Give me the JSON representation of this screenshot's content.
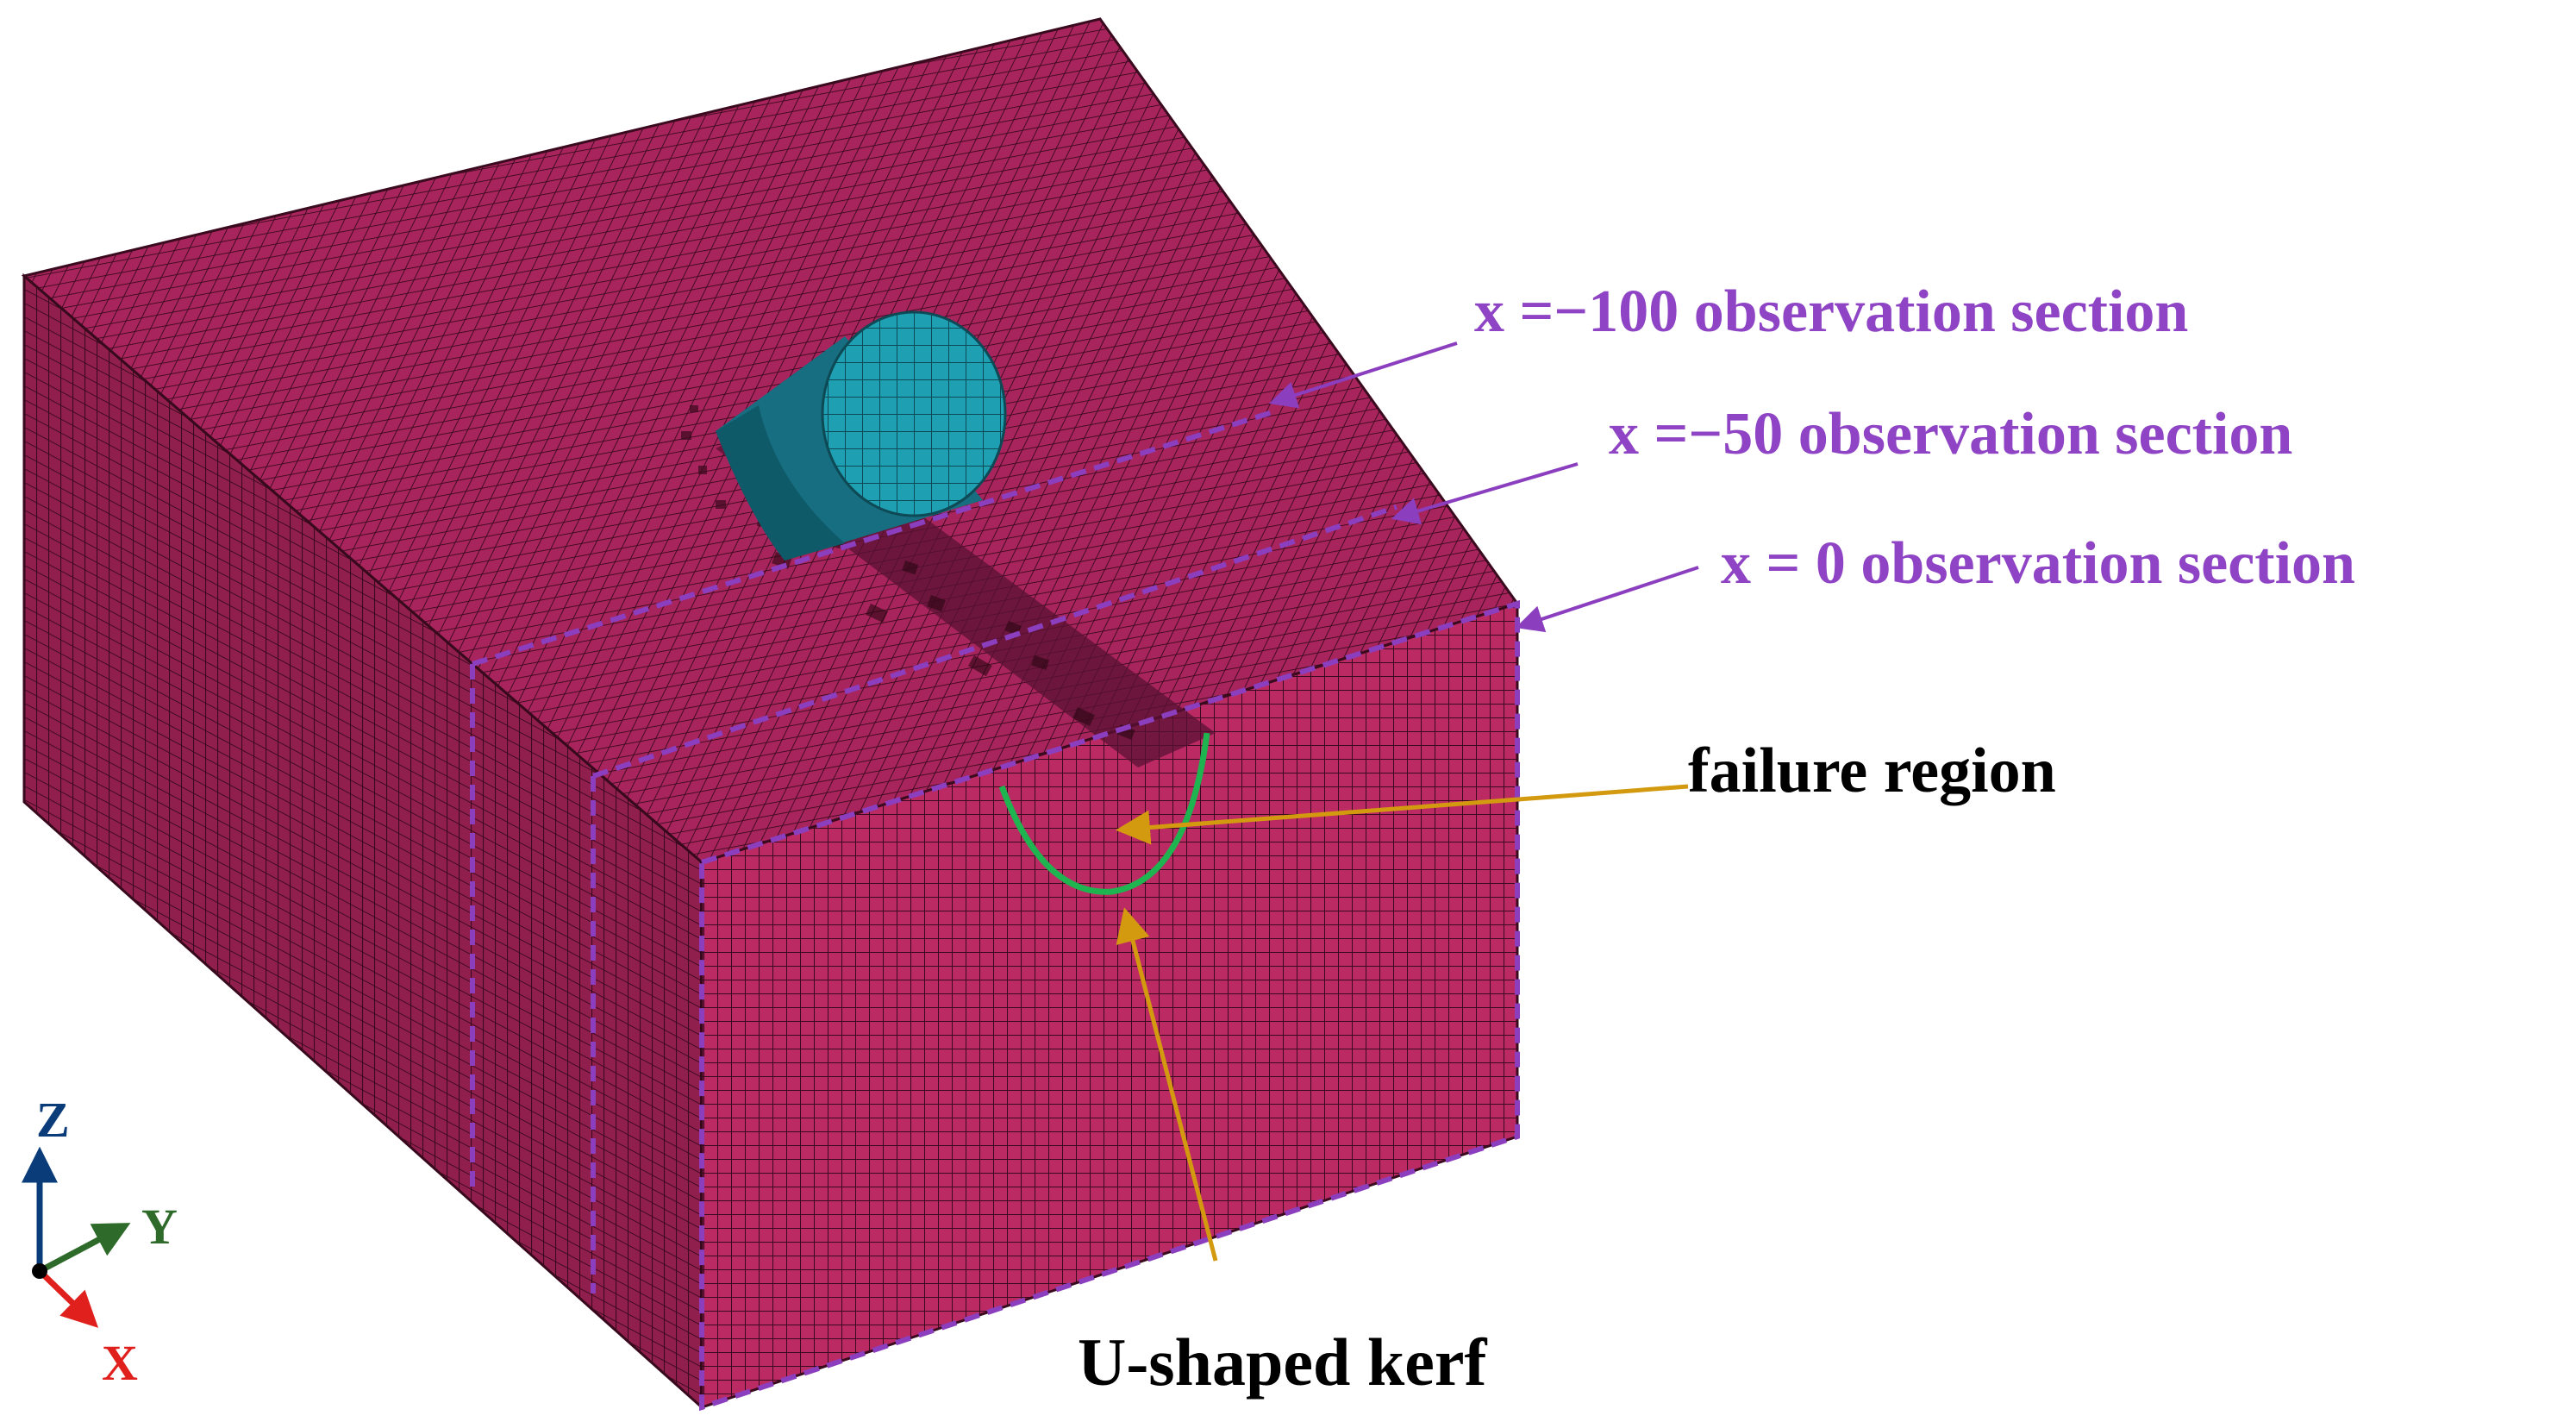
{
  "annotations": {
    "section_minus_100": "x =−100  observation section",
    "section_minus_50": "x =−50  observation section",
    "section_0": "x = 0  observation section",
    "failure_region": "failure region",
    "u_shaped_kerf": "U-shaped kerf"
  },
  "axes": {
    "z": "Z",
    "y": "Y",
    "x": "X"
  },
  "colors": {
    "mesh_face": "#B3245E",
    "mesh_top": "#A8245C",
    "mesh_side": "#9E2255",
    "mesh_front": "#BC2A63",
    "mesh_line": "#3A0A1E",
    "cutter": "#1FA0B2",
    "cutter_dark": "#166E80",
    "section_line": "#8B3FBF",
    "section_text": "#8E44C4",
    "leader_failure": "#D39A10",
    "kerf_curve": "#1EB450",
    "axis_z": "#0B3C7A",
    "axis_y": "#2E6B2A",
    "axis_x": "#E0201C"
  }
}
